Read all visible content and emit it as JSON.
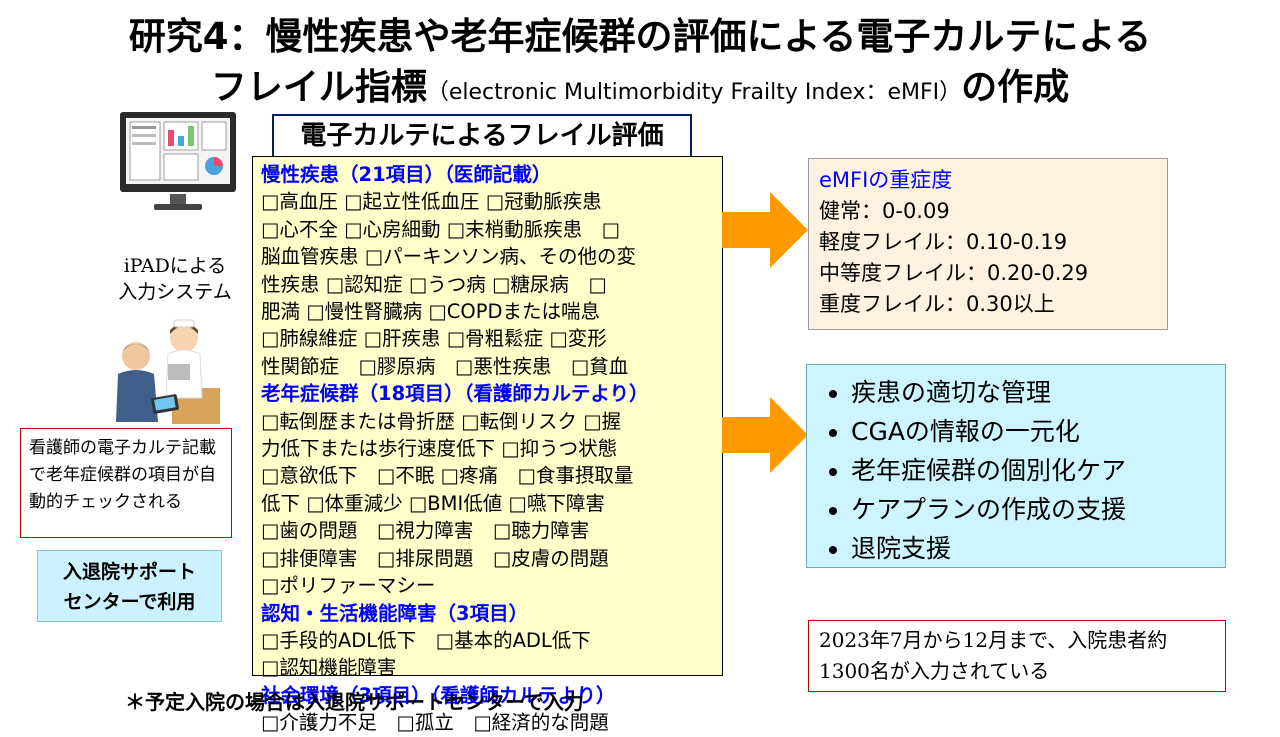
{
  "title": {
    "line1": "研究4：慢性疾患や老年症候群の評価による電子カルテによる",
    "line2_main": "フレイル指標",
    "line2_sub": "（electronic Multimorbidity Frailty Index：eMFI）",
    "line2_end": "の作成"
  },
  "left": {
    "ipad_label_line1": "iPADによる",
    "ipad_label_line2": "入力システム",
    "note": "看護師の電子カルテ記載で老年症候群の項目が自動的チェックされる",
    "support_line1": "入退院サポート",
    "support_line2": "センターで利用"
  },
  "center": {
    "header": "電子カルテによるフレイル評価",
    "lines": [
      {
        "text": "慢性疾患（21項目）（医師記載）",
        "section": true
      },
      {
        "text": "□高血圧 □起立性低血圧 □冠動脈疾患",
        "section": false
      },
      {
        "text": "□心不全 □心房細動 □末梢動脈疾患　□",
        "section": false
      },
      {
        "text": "脳血管疾患 □パーキンソン病、その他の変",
        "section": false
      },
      {
        "text": "性疾患 □認知症 □うつ病 □糖尿病　□",
        "section": false
      },
      {
        "text": "肥満 □慢性腎臓病 □COPDまたは喘息",
        "section": false
      },
      {
        "text": "□肺線維症 □肝疾患 □骨粗鬆症 □変形",
        "section": false
      },
      {
        "text": "性関節症　□膠原病　□悪性疾患　□貧血",
        "section": false
      },
      {
        "text": "老年症候群（18項目）（看護師カルテより）",
        "section": true
      },
      {
        "text": "□転倒歴または骨折歴 □転倒リスク □握",
        "section": false
      },
      {
        "text": "力低下または歩行速度低下 □抑うつ状態",
        "section": false
      },
      {
        "text": "□意欲低下　□不眠 □疼痛　□食事摂取量",
        "section": false
      },
      {
        "text": "低下 □体重減少 □BMI低値 □嚥下障害",
        "section": false
      },
      {
        "text": "□歯の問題　□視力障害　□聴力障害",
        "section": false
      },
      {
        "text": "□排便障害　□排尿問題　□皮膚の問題",
        "section": false
      },
      {
        "text": "□ポリファーマシー",
        "section": false
      },
      {
        "text": "認知・生活機能障害（3項目）",
        "section": true
      },
      {
        "text": "□手段的ADL低下　□基本的ADL低下",
        "section": false
      },
      {
        "text": "□認知機能障害",
        "section": false
      },
      {
        "text": "社会環境（3項目）（看護師カルテより）",
        "section": true
      },
      {
        "text": "□介護力不足　□孤立　□経済的な問題",
        "section": false
      }
    ]
  },
  "severity": {
    "head": "eMFIの重症度",
    "items": [
      "健常：0-0.09",
      "軽度フレイル：0.10-0.19",
      "中等度フレイル：0.20-0.29",
      "重度フレイル：0.30以上"
    ]
  },
  "uses": {
    "items": [
      "疾患の適切な管理",
      "CGAの情報の一元化",
      "老年症候群の個別化ケア",
      "ケアプランの作成の支援",
      "退院支援"
    ]
  },
  "date_note": "2023年7月から12月まで、入院患者約1300名が入力されている",
  "footnote": "＊予定入院の場合は入退院サポートセンターで入力",
  "colors": {
    "section_text": "#0000ff",
    "arrow": "#ff9900",
    "main_box_bg": "#ffffcc",
    "uses_bg": "#ccf5ff",
    "severity_bg": "#fff2e0",
    "support_bg": "#ccf2ff",
    "red_border": "#c00000"
  }
}
